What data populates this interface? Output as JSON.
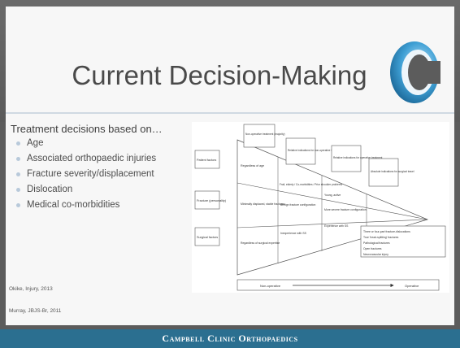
{
  "slide": {
    "title": "Current Decision-Making",
    "intro": "Treatment decisions based on…",
    "bullets": [
      "Age",
      "Associated orthopaedic injuries",
      "Fracture severity/displacement",
      "Dislocation",
      "Medical co-morbidities"
    ],
    "references": [
      "Okike, Injury, 2013",
      "Murray, JBJS-Br, 2011"
    ],
    "footer": "Campbell Clinic Orthopaedics"
  },
  "diagram": {
    "factors": [
      "Patient factors",
      "Fracture (personality)",
      "Surgical factors"
    ],
    "top_boxes": [
      "Non-operative treatment (majority)",
      "Relative indications for non-operative treatment",
      "Relative indications for operative treatment",
      "Absolute indications for surgical travel"
    ],
    "wedge_labels": [
      "Regardless of age",
      "Frail, elderly / Co-morbidities / Prior shoulder problems",
      "Young, active",
      "Minimally displaced, stable fractures",
      "Benign fracture configuration",
      "More severe fracture configuration",
      "Regardless of surgical expertise",
      "Inexperience with SS",
      "Experience with SS"
    ],
    "indications": [
      "Three or four-part fracture-dislocations",
      "True 'head-splitting' fractures",
      "Pathological fractures",
      "Open fractures",
      "Neurovascular injury"
    ],
    "axis_left": "Non-operative",
    "axis_right": "Operative"
  },
  "colors": {
    "background": "#5c5c5c",
    "panel": "#f7f7f7",
    "title": "#4a4a4a",
    "bullet_dot": "#b8c9da",
    "footer": "#2b6f90",
    "logo_blue": "#3e9fd4"
  },
  "icons": {
    "logo": "campbell-clinic-c-logo-icon"
  }
}
